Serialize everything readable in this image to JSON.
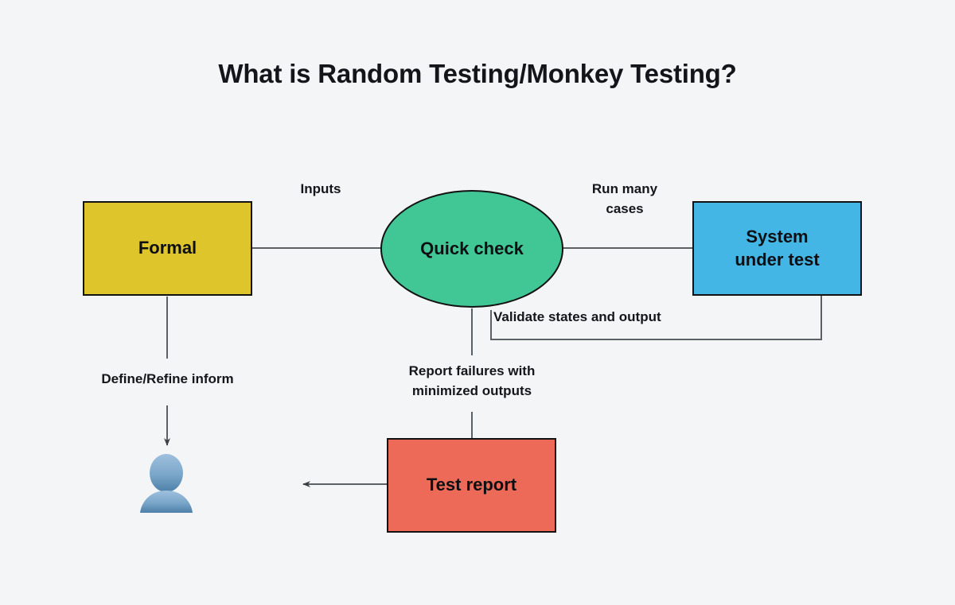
{
  "page": {
    "background_color": "#f4f5f7",
    "title": "What is Random Testing/Monkey Testing?"
  },
  "diagram": {
    "type": "flowchart",
    "nodes": [
      {
        "id": "formal",
        "label": "Formal",
        "shape": "rectangle",
        "color": "#ddc52b"
      },
      {
        "id": "quick_check",
        "label": "Quick check",
        "shape": "ellipse",
        "color": "#41c795"
      },
      {
        "id": "system_under_test",
        "label": "System\nunder test",
        "shape": "rectangle",
        "color": "#44b6e5"
      },
      {
        "id": "test_report",
        "label": "Test report",
        "shape": "rectangle",
        "color": "#ec6a57"
      },
      {
        "id": "user",
        "label": "",
        "shape": "avatar",
        "color": "#6f9dc4"
      }
    ],
    "edges": [
      {
        "id": "formal_to_quick_check",
        "from": "formal",
        "to": "quick_check",
        "label": "Inputs",
        "arrow": false
      },
      {
        "id": "quick_check_to_sut",
        "from": "quick_check",
        "to": "system_under_test",
        "label": "Run many\ncases",
        "arrow": false
      },
      {
        "id": "sut_to_quick_check",
        "from": "system_under_test",
        "to": "quick_check",
        "label": "Validate states and output",
        "arrow": false
      },
      {
        "id": "quick_check_to_test_report",
        "from": "quick_check",
        "to": "test_report",
        "label": "Report failures with\nminimized outputs",
        "arrow": false
      },
      {
        "id": "formal_to_user",
        "from": "formal",
        "to": "user",
        "label": "Define/Refine inform",
        "arrow": true
      },
      {
        "id": "test_report_to_left",
        "from": "test_report",
        "to": "",
        "label": "",
        "arrow": true
      }
    ],
    "edge_color": "#5c6166",
    "border_color": "#121212"
  }
}
